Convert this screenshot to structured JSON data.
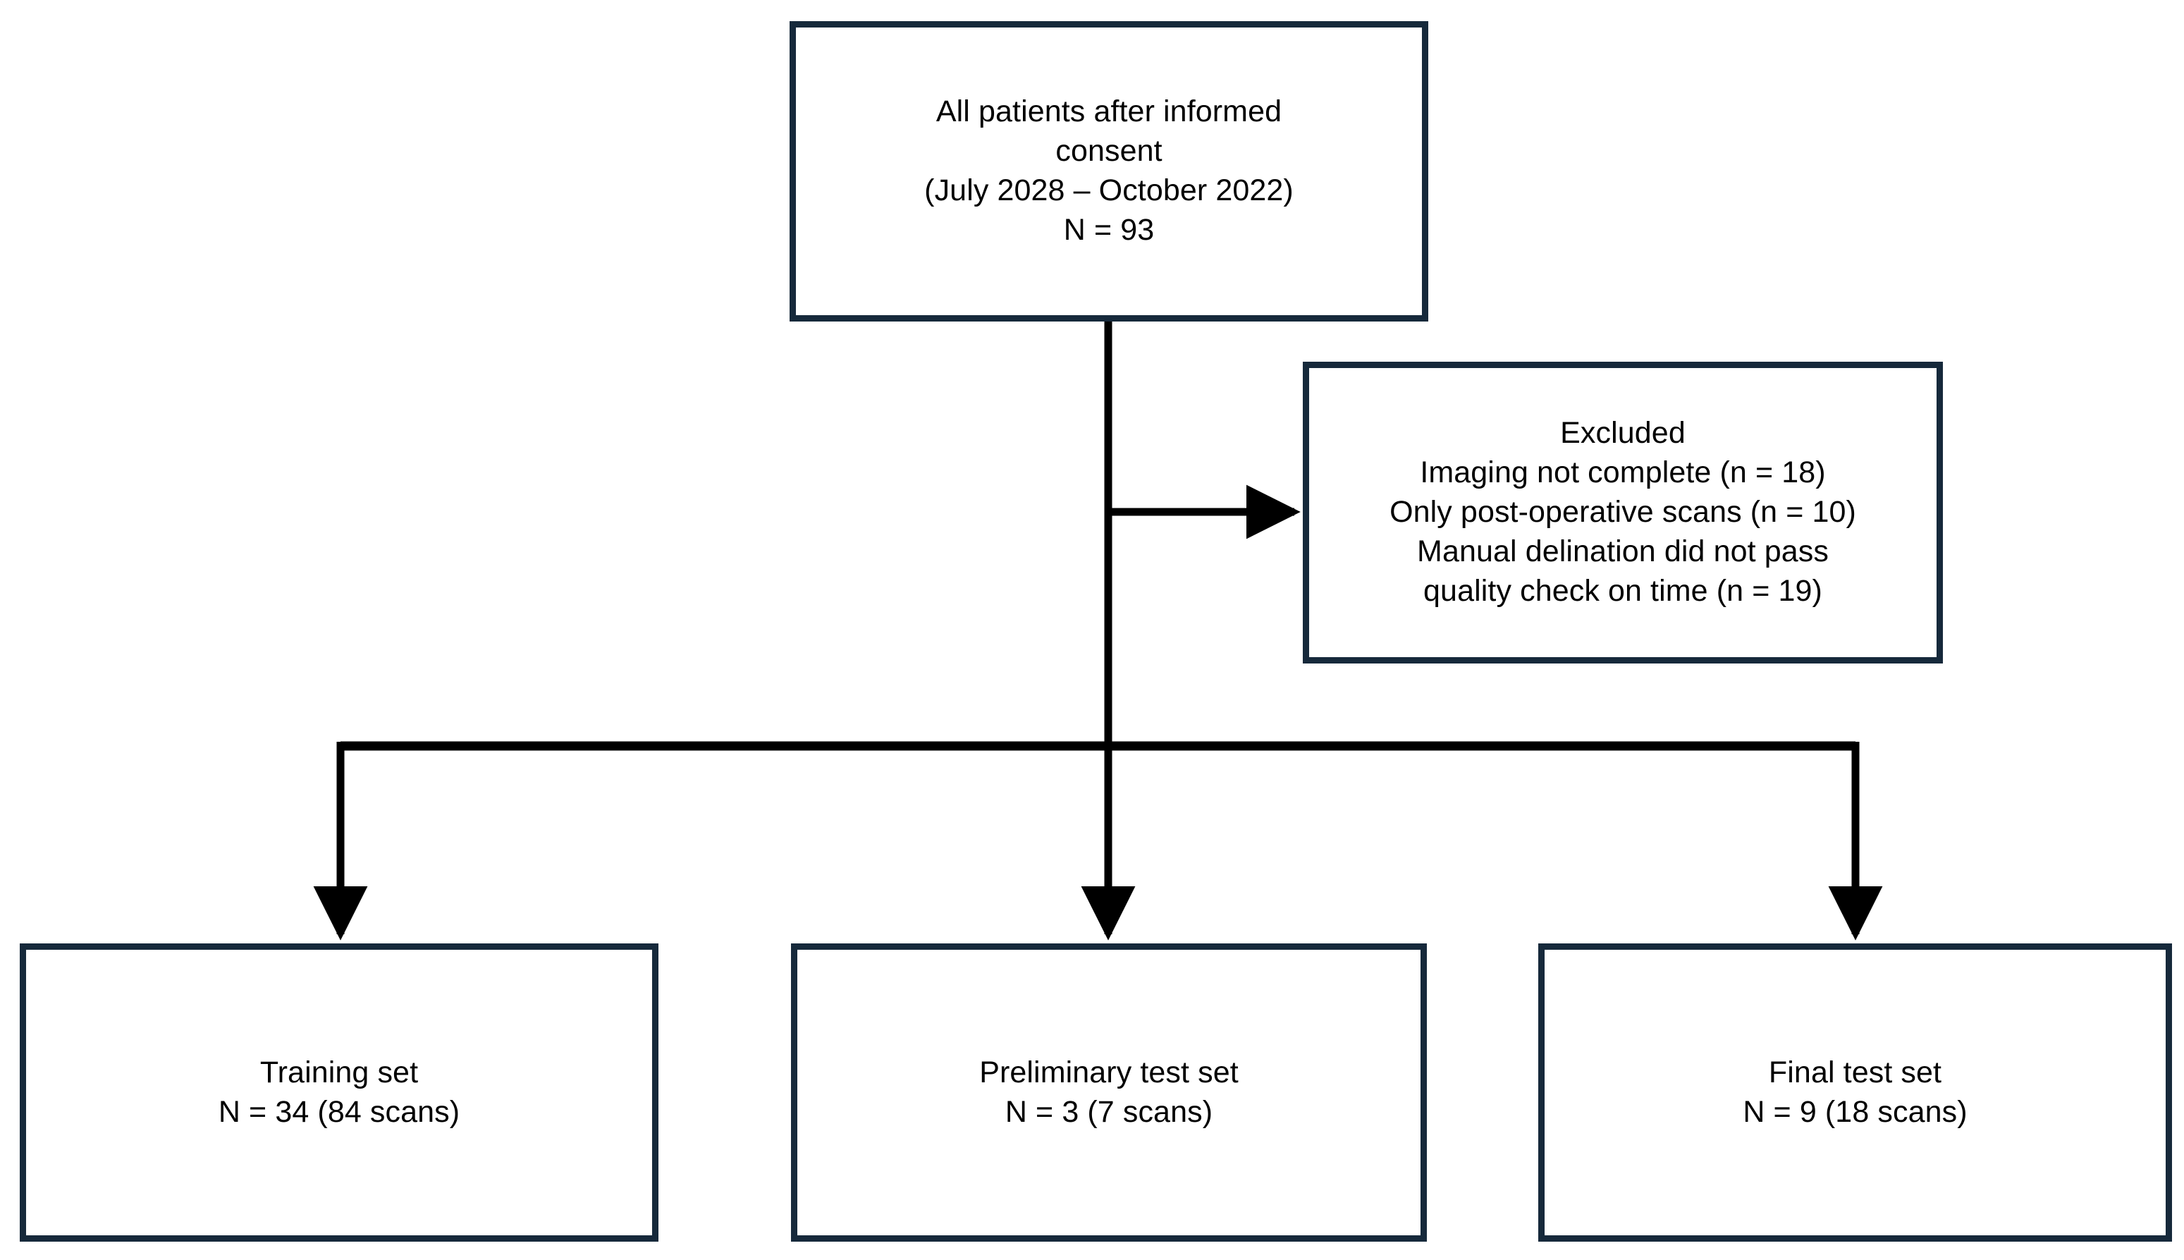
{
  "diagram": {
    "title": "Patient inclusion and dataset split flowchart",
    "type": "flowchart",
    "background_color": "#ffffff",
    "box_border_color": "#16293b",
    "connector_color": "#000000",
    "text_color": "#000000"
  },
  "nodes": {
    "enrolled": {
      "id": "all-patients",
      "text": "All patients after informed\nconsent\n(July 2028 – October 2022)\nN = 93",
      "lines": [
        "All patients after informed",
        "consent",
        "(July 2028 – October 2022)",
        "N = 93"
      ],
      "count_label": "N = 93",
      "count": 93,
      "period": "July 2028 – October 2022"
    },
    "excluded": {
      "id": "excluded",
      "text": "Excluded\nImaging not complete (n = 18)\nOnly post-operative scans (n = 10)\nManual delination did not pass\nquality check on time (n = 19)",
      "heading": "Excluded",
      "reasons": [
        {
          "label": "Imaging not complete (n = 18)",
          "n": 18
        },
        {
          "label": "Only post-operative scans (n = 10)",
          "n": 10
        },
        {
          "label": "Manual delination did not pass quality check on time (n = 19)",
          "n": 19
        }
      ]
    },
    "training": {
      "id": "training-set",
      "text": "Training set\nN = 34 (84 scans)",
      "heading": "Training set",
      "count_label": "N = 34 (84 scans)",
      "count": 34,
      "scans": 84
    },
    "preliminary": {
      "id": "preliminary-test-set",
      "text": "Preliminary test set\nN = 3 (7 scans)",
      "heading": "Preliminary test set",
      "count_label": "N = 3 (7 scans)",
      "count": 3,
      "scans": 7
    },
    "final": {
      "id": "final-test-set",
      "text": "Final test set\nN = 9 (18 scans)",
      "heading": "Final test set",
      "count_label": "N = 9 (18 scans)",
      "count": 9,
      "scans": 18
    }
  },
  "connectors": [
    {
      "name": "enrolled-to-split",
      "from": "enrolled",
      "to": "split-bus",
      "style": "line",
      "arrow": false
    },
    {
      "name": "enrolled-to-excluded",
      "from": "enrolled",
      "to": "excluded",
      "style": "elbow-right",
      "arrow": true
    },
    {
      "name": "split-to-training",
      "from": "split-bus",
      "to": "training",
      "style": "elbow-left",
      "arrow": true
    },
    {
      "name": "split-to-preliminary",
      "from": "split-bus",
      "to": "preliminary",
      "style": "line",
      "arrow": true
    },
    {
      "name": "split-to-final",
      "from": "split-bus",
      "to": "final",
      "style": "elbow-right",
      "arrow": true
    }
  ]
}
